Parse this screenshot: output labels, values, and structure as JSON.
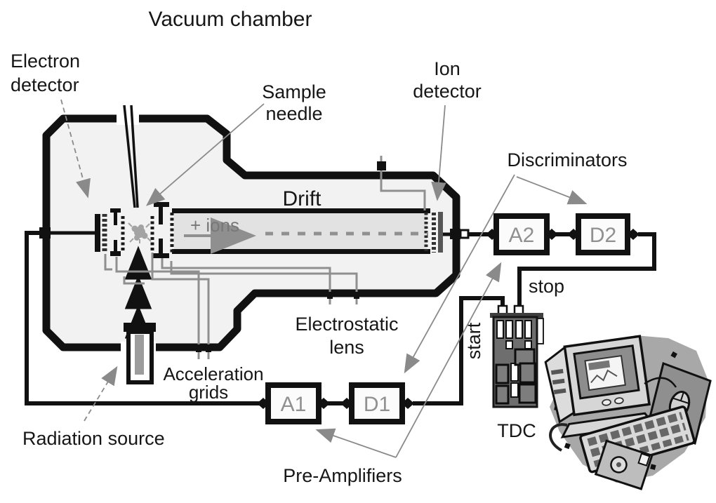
{
  "diagram": {
    "title": "Vacuum chamber",
    "chamber": {
      "labels": {
        "electron_detector": {
          "line1": "Electron",
          "line2": "detector"
        },
        "sample_needle": {
          "line1": "Sample",
          "line2": "needle"
        },
        "ion_detector": {
          "line1": "Ion",
          "line2": "detector"
        },
        "drift": "Drift",
        "ions": "+ ions",
        "electrostatic_lens": {
          "line1": "Electrostatic",
          "line2": "lens"
        },
        "acceleration_grids": {
          "line1": "Acceleration",
          "line2": "grids"
        },
        "radiation_source": "Radiation source"
      }
    },
    "electronics": {
      "pre_amplifiers_label": "Pre-Amplifiers",
      "discriminators_label": "Discriminators",
      "amp1": "A1",
      "disc1": "D1",
      "amp2": "A2",
      "disc2": "D2",
      "tdc_label": "TDC",
      "start_label": "start",
      "stop_label": "stop"
    },
    "colors": {
      "outline": "#111111",
      "chamber_fill": "#f2f2f2",
      "drift_fill": "#e2e2e2",
      "wire_gray": "#8f8f8f",
      "pointer_gray": "#8a8a8a",
      "module_text_gray": "#909090",
      "tdc_board_gray": "#6e6e6e",
      "clipart_gray": "#a8a8a8"
    }
  }
}
